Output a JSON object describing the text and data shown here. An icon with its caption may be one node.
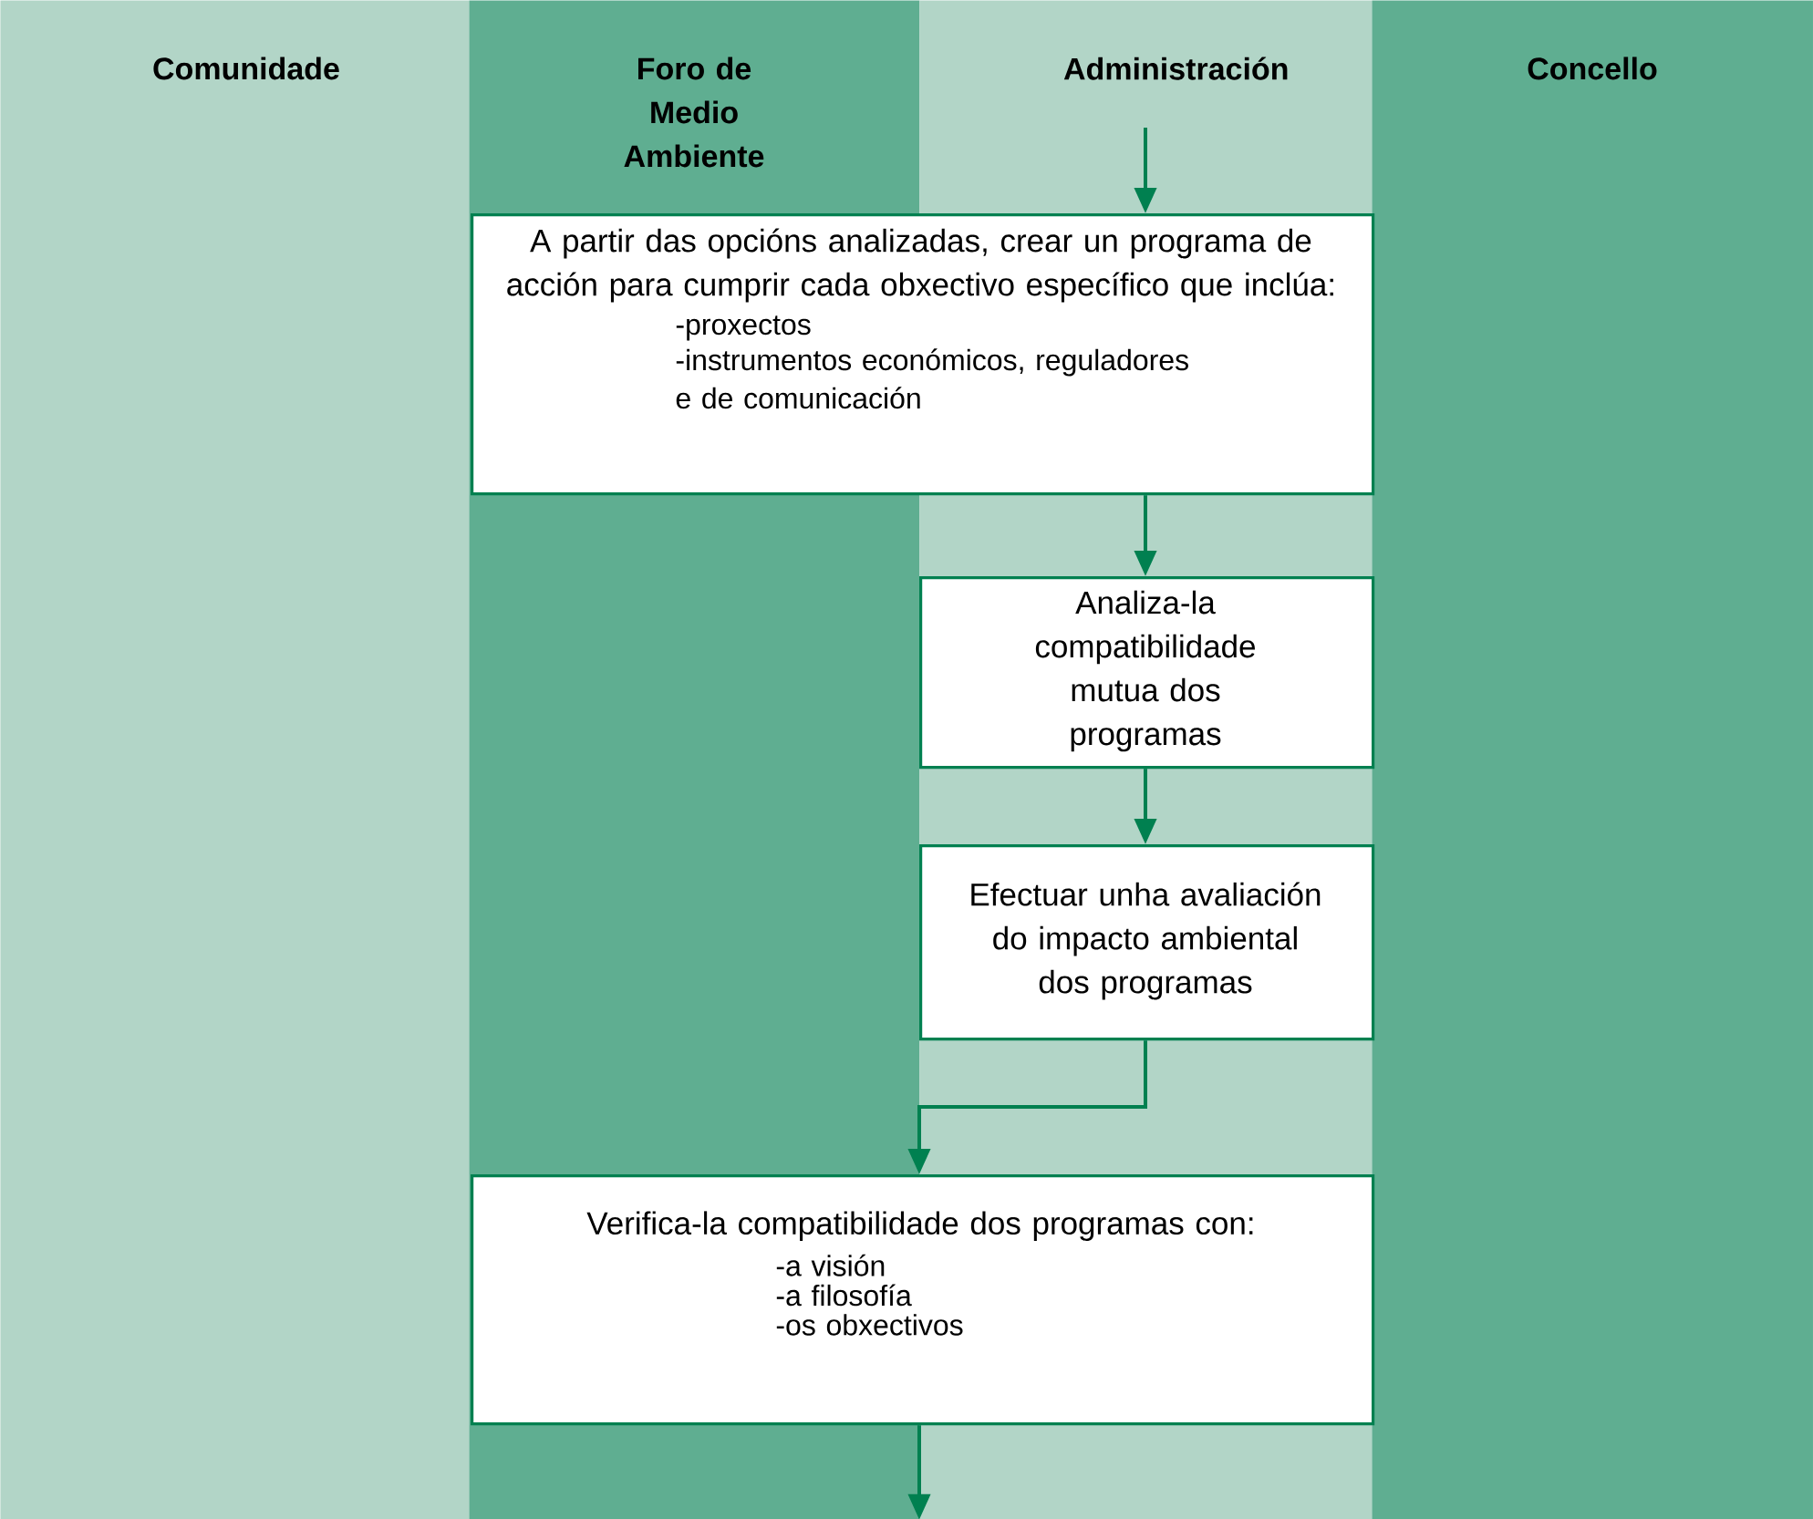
{
  "diagram": {
    "nodes": [
      {
        "text": [
          "Comunidade"
        ]
      },
      {
        "text": [
          "Foro de Medio Ambiente"
        ]
      },
      {
        "text": [
          "Administración"
        ]
      },
      {
        "text": [
          "Concello"
        ]
      },
      {
        "text": [
          "A partir das opcións analizadas, crear un programa de acción para cumprir cada obxectivo específico que inclúa:",
          "-proxectos",
          "-instrumentos económicos, reguladores e de comunicación"
        ]
      },
      {
        "text": [
          "Analiza-la compatibilidade mutua dos programas"
        ],
        "in": 2
      },
      {
        "text": [
          "Efectuar unha avaliación do impacto ambiental dos programas"
        ],
        "in": 2
      },
      {
        "text": [
          "Verifica-la compatibilidade dos programas con:",
          "-a visión",
          "-a filosofía",
          "-os obxectivos"
        ]
      }
    ],
    "edges": [
      {
        "from": null,
        "to": 4,
        "arrow": "to"
      },
      {
        "from": 4,
        "to": 5,
        "arrow": "to"
      },
      {
        "from": 5,
        "to": 6,
        "arrow": "to"
      },
      {
        "from": 6,
        "to": 7,
        "arrow": "to"
      },
      {
        "from": 7,
        "to": 1,
        "arrow": "to"
      }
    ]
  }
}
